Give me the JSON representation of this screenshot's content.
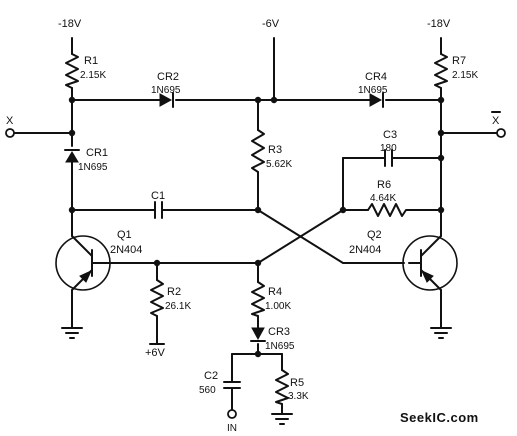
{
  "supplies": {
    "left": "-18V",
    "mid": "-6V",
    "right": "-18V",
    "r2_return": "+6V"
  },
  "components": {
    "r1": {
      "ref": "R1",
      "value": "2.15K"
    },
    "r7": {
      "ref": "R7",
      "value": "2.15K"
    },
    "r3": {
      "ref": "R3",
      "value": "5.62K"
    },
    "r2": {
      "ref": "R2",
      "value": "26.1K"
    },
    "r4": {
      "ref": "R4",
      "value": "1.00K"
    },
    "r5": {
      "ref": "R5",
      "value": "3.3K"
    },
    "r6": {
      "ref": "R6",
      "value": "4.64K"
    },
    "cr1": {
      "ref": "CR1",
      "value": "1N695"
    },
    "cr2": {
      "ref": "CR2",
      "value": "1N695"
    },
    "cr3": {
      "ref": "CR3",
      "value": "1N695"
    },
    "cr4": {
      "ref": "CR4",
      "value": "1N695"
    },
    "c1": {
      "ref": "C1"
    },
    "c2": {
      "ref": "C2",
      "value": "560"
    },
    "c3": {
      "ref": "C3",
      "value": "180"
    },
    "q1": {
      "ref": "Q1",
      "value": "2N404"
    },
    "q2": {
      "ref": "Q2",
      "value": "2N404"
    }
  },
  "terminals": {
    "x": "X",
    "x_bar": "X",
    "in": "IN"
  },
  "watermark": "SeekIC.com"
}
